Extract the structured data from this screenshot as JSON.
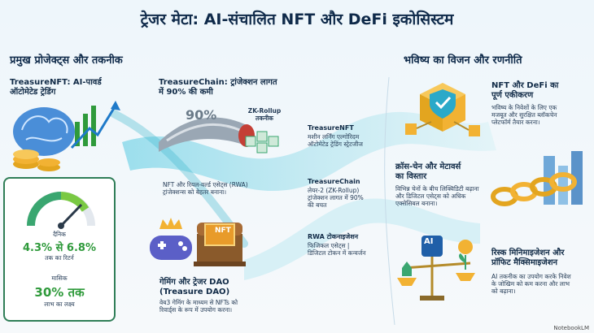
{
  "title": "ट्रेजर मेटा: AI-संचालित NFT और DeFi इकोसिस्टम",
  "left_section": {
    "title": "प्रमुख प्रोजेक्ट्स और तकनीक"
  },
  "right_section": {
    "title": "भविष्य का विजन और रणनीति"
  },
  "treasure_nft": {
    "line1": "TreasureNFT: AI-पावर्ड",
    "line2": "ऑटोमेटेड ट्रेडिंग"
  },
  "treasure_chain": {
    "line1": "TreasureChain: ट्रांजेक्शन लागत",
    "line2": "में 90% की कमी",
    "badge": "90%"
  },
  "zk_rollup": {
    "line1": "ZK-Rollup",
    "line2": "तकनीक"
  },
  "rwa_note": {
    "line1": "NFT और रियल-वर्ल्ड एसेट्स (RWA)",
    "line2": "ट्रांजेक्शन्स को बेहतर बनाना।"
  },
  "stats": {
    "daily_label": "दैनिक",
    "daily_value": "4.3% से 6.8%",
    "daily_sub": "तक का रिटर्न",
    "monthly_label": "मासिक",
    "monthly_value": "30% तक",
    "monthly_sub": "लाभ का लक्ष्य"
  },
  "gaming": {
    "title1": "गेमिंग और ट्रेजर DAO",
    "title2": "(Treasure DAO)",
    "desc1": "वेब3 गेमिंग के माध्यम से NFTs को",
    "desc2": "रिवार्ड्स के रूप में उपयोग करना।",
    "nft_label": "NFT"
  },
  "center_notes": {
    "n1": {
      "title": "TreasureNFT",
      "line1": "मशीन लर्निंग एल्गोरिदम",
      "line2": "ऑटोमेटेड ट्रेडिंग स्ट्रेटजीज"
    },
    "n2": {
      "title": "TreasureChain",
      "line1": "लेयर-2 (ZK-Rollup)",
      "line2": "ट्रांजेक्शन लागत में 90%",
      "line3": "की बचत"
    },
    "n3": {
      "title": "RWA टोकनाइजेशन",
      "line1": "फिजिकल एसेट्स |",
      "line2": "डिजिटल टोकन में कन्वर्जन"
    }
  },
  "vision": {
    "v1": {
      "title1": "NFT और DeFi का",
      "title2": "पूर्ण एकीकरण",
      "desc1": "भविष्य के निवेशों के लिए एक",
      "desc2": "मजबूत और सुरक्षित ब्लॉकचेन",
      "desc3": "प्लेटफॉर्म तैयार करना।"
    },
    "v2": {
      "title1": "क्रॉस-चेन और मेटावर्स",
      "title2": "का विस्तार",
      "desc1": "विभिन्न चेनों के बीच लिक्विडिटी बढ़ाना",
      "desc2": "और डिजिटल एसेट्स को अधिक",
      "desc3": "एक्सेसिबल बनाना।"
    },
    "v3": {
      "title1": "रिस्क मिनिमाइजेशन और",
      "title2": "प्रॉफिट मैक्सिमाइजेशन",
      "desc1": "AI तकनीक का उपयोग करके निवेश",
      "desc2": "के जोखिम को कम करना और लाभ",
      "desc3": "को बढ़ाना।",
      "ai_label": "AI"
    }
  },
  "footer": "NotebookLM",
  "colors": {
    "accent_green": "#2f9a3b",
    "navy": "#0f2a4a",
    "gold": "#f2b233",
    "teal": "#2aa9c9"
  },
  "gauge": {
    "level": 0.78
  }
}
